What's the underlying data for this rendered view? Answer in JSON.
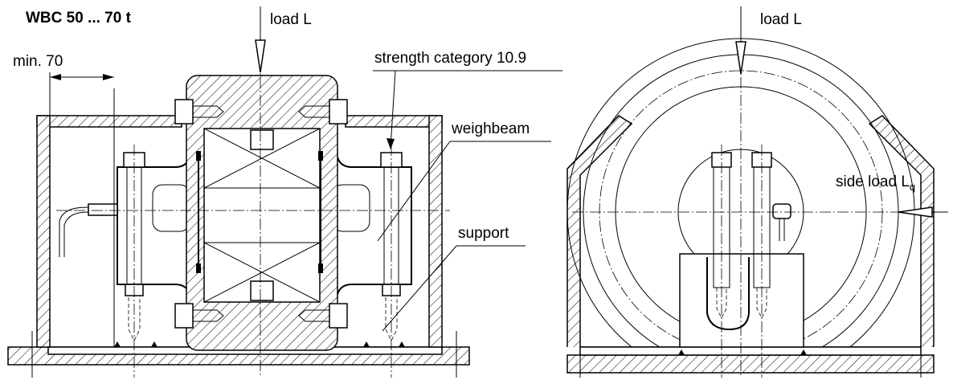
{
  "title": "WBC 50 ... 70 t",
  "labels": {
    "min_dimension": "min. 70",
    "load_left": "load L",
    "load_right": "load L",
    "strength_category": "strength category 10.9",
    "weighbeam": "weighbeam",
    "support": "support",
    "side_load": "side load L",
    "side_load_subscript": "q"
  }
}
